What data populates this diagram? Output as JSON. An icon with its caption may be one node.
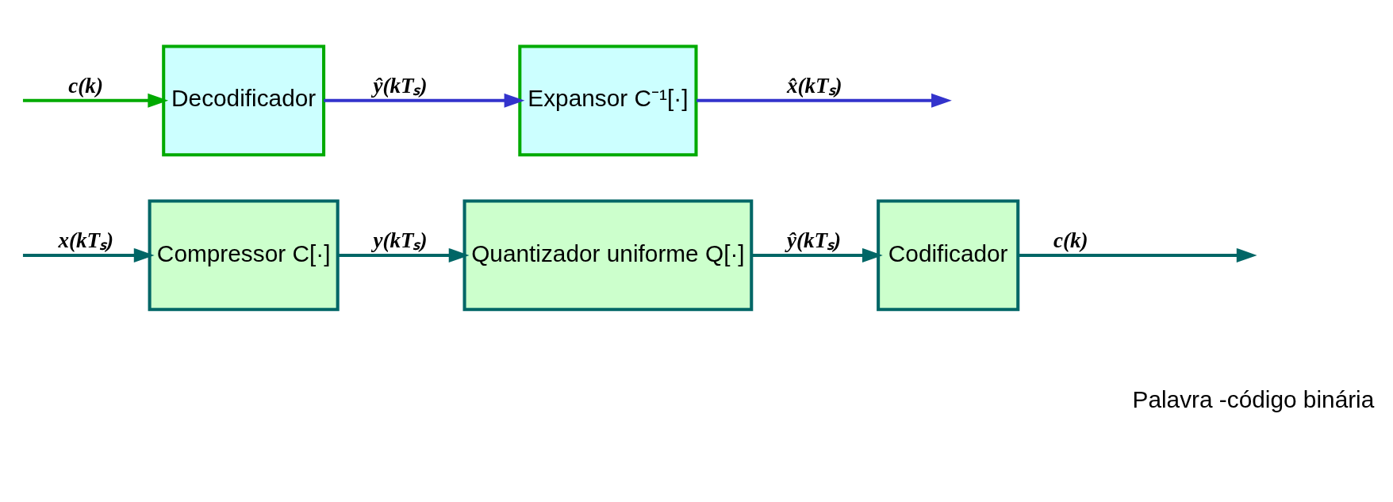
{
  "diagram": {
    "nodes": [
      {
        "text": [
          "Compressor C[·]"
        ]
      },
      {
        "text": [
          "Quantizador uniforme Q[·]"
        ]
      },
      {
        "text": [
          "Codificador"
        ]
      },
      {
        "text": [
          "Decodificador"
        ]
      },
      {
        "text": [
          "Expansor C⁻¹[·]"
        ]
      }
    ],
    "edges": [
      {
        "from": null,
        "to": 0,
        "arrow": "to",
        "label": "x(kTₛ)"
      },
      {
        "from": 0,
        "to": 1,
        "arrow": "to",
        "label": "y(kTₛ)"
      },
      {
        "from": 1,
        "to": 2,
        "arrow": "to",
        "label": "ŷ(kTₛ)"
      },
      {
        "from": 2,
        "to": null,
        "arrow": "to",
        "label": "c(k)"
      },
      {
        "from": null,
        "to": 3,
        "arrow": "to",
        "label": "c(k)",
        "color": "#00aa00"
      },
      {
        "from": 3,
        "to": 4,
        "arrow": "to",
        "label": "ŷ(kTₛ)",
        "color": "#3333cc"
      },
      {
        "from": 4,
        "to": null,
        "arrow": "to",
        "label": "x̂(kTₛ)",
        "color": "#3333cc"
      }
    ],
    "labels": [
      "Palavra -código binária"
    ]
  }
}
